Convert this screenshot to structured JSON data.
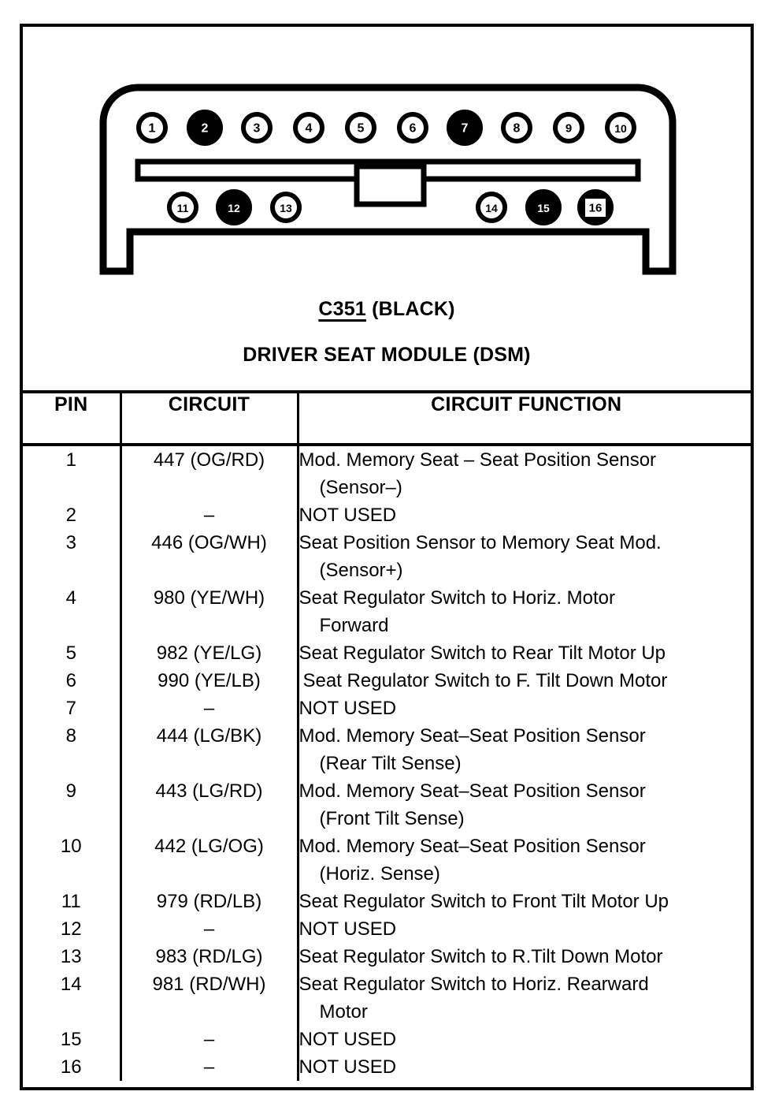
{
  "connector": {
    "label": "connector-diagram",
    "top_row_pins": [
      {
        "number": "1",
        "filled": false
      },
      {
        "number": "2",
        "filled": true
      },
      {
        "number": "3",
        "filled": false
      },
      {
        "number": "4",
        "filled": false
      },
      {
        "number": "5",
        "filled": false
      },
      {
        "number": "6",
        "filled": false
      },
      {
        "number": "7",
        "filled": true
      },
      {
        "number": "8",
        "filled": false
      },
      {
        "number": "9",
        "filled": false
      },
      {
        "number": "10",
        "filled": false
      }
    ],
    "bottom_row_pins": [
      {
        "number": "11",
        "filled": false,
        "boxed": false
      },
      {
        "number": "12",
        "filled": true,
        "boxed": false
      },
      {
        "number": "13",
        "filled": false,
        "boxed": false
      },
      {
        "number": "14",
        "filled": false,
        "boxed": false
      },
      {
        "number": "15",
        "filled": true,
        "boxed": false
      },
      {
        "number": "16",
        "filled": true,
        "boxed": true
      }
    ]
  },
  "caption": {
    "connector_id": "C351",
    "connector_color": "(BLACK)",
    "module_name": "DRIVER SEAT MODULE (DSM)"
  },
  "table": {
    "headers": {
      "pin": "PIN",
      "circuit": "CIRCUIT",
      "function": "CIRCUIT FUNCTION"
    },
    "rows": [
      {
        "pin": "1",
        "circuit": "447 (OG/RD)",
        "function_lines": [
          "Mod. Memory Seat – Seat Position Sensor",
          "(Sensor–)"
        ]
      },
      {
        "pin": "2",
        "circuit": "–",
        "function_lines": [
          "NOT USED"
        ]
      },
      {
        "pin": "3",
        "circuit": "446 (OG/WH)",
        "function_lines": [
          "Seat Position Sensor to Memory Seat Mod.",
          "(Sensor+)"
        ]
      },
      {
        "pin": "4",
        "circuit": "980 (YE/WH)",
        "function_lines": [
          "Seat Regulator Switch to Horiz. Motor",
          "Forward"
        ]
      },
      {
        "pin": "5",
        "circuit": "982 (YE/LG)",
        "function_lines": [
          "Seat Regulator Switch to Rear Tilt Motor Up"
        ]
      },
      {
        "pin": "6",
        "circuit": "990 (YE/LB)",
        "function_lines": [
          "Seat Regulator Switch to F. Tilt Down Motor"
        ]
      },
      {
        "pin": "7",
        "circuit": "–",
        "function_lines": [
          "NOT USED"
        ]
      },
      {
        "pin": "8",
        "circuit": "444 (LG/BK)",
        "function_lines": [
          "Mod. Memory Seat–Seat Position Sensor",
          "(Rear Tilt Sense)"
        ]
      },
      {
        "pin": "9",
        "circuit": "443 (LG/RD)",
        "function_lines": [
          "Mod. Memory Seat–Seat Position Sensor",
          "(Front Tilt Sense)"
        ]
      },
      {
        "pin": "10",
        "circuit": "442 (LG/OG)",
        "function_lines": [
          "Mod. Memory Seat–Seat Position Sensor",
          "(Horiz. Sense)"
        ]
      },
      {
        "pin": "11",
        "circuit": "979 (RD/LB)",
        "function_lines": [
          "Seat Regulator Switch to Front Tilt Motor Up"
        ]
      },
      {
        "pin": "12",
        "circuit": "–",
        "function_lines": [
          "NOT USED"
        ]
      },
      {
        "pin": "13",
        "circuit": "983 (RD/LG)",
        "function_lines": [
          "Seat Regulator Switch to R.Tilt Down Motor"
        ]
      },
      {
        "pin": "14",
        "circuit": "981 (RD/WH)",
        "function_lines": [
          "Seat Regulator Switch to Horiz. Rearward",
          "Motor"
        ]
      },
      {
        "pin": "15",
        "circuit": "–",
        "function_lines": [
          "NOT USED"
        ]
      },
      {
        "pin": "16",
        "circuit": "–",
        "function_lines": [
          "NOT USED"
        ]
      }
    ]
  },
  "colors": {
    "ink": "#000000",
    "paper": "#ffffff"
  }
}
